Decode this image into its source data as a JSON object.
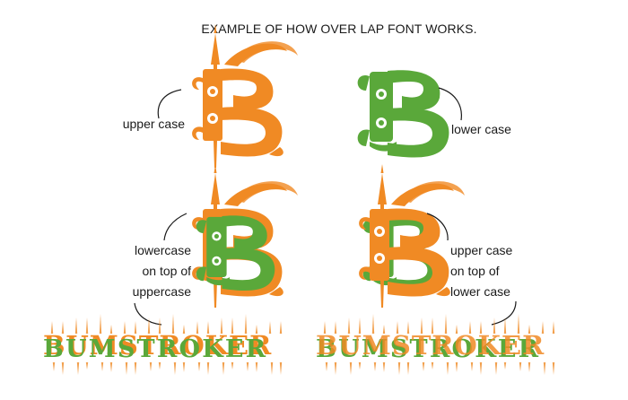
{
  "title": "EXAMPLE OF HOW OVER LAP FONT WORKS.",
  "labels": {
    "upper_case": "upper case",
    "lower_case": "lower case",
    "lowercase_on_uppercase": [
      "lowercase",
      "on top of",
      "uppercase"
    ],
    "uppercase_on_lowercase": [
      "upper case",
      "on top of",
      "lower case"
    ]
  },
  "glyph_letter": "B",
  "sample_word": "BUMSTROKER",
  "colors": {
    "orange": "#F08A24",
    "green": "#5AA83A",
    "text": "#1a1a1a",
    "white": "#ffffff"
  }
}
